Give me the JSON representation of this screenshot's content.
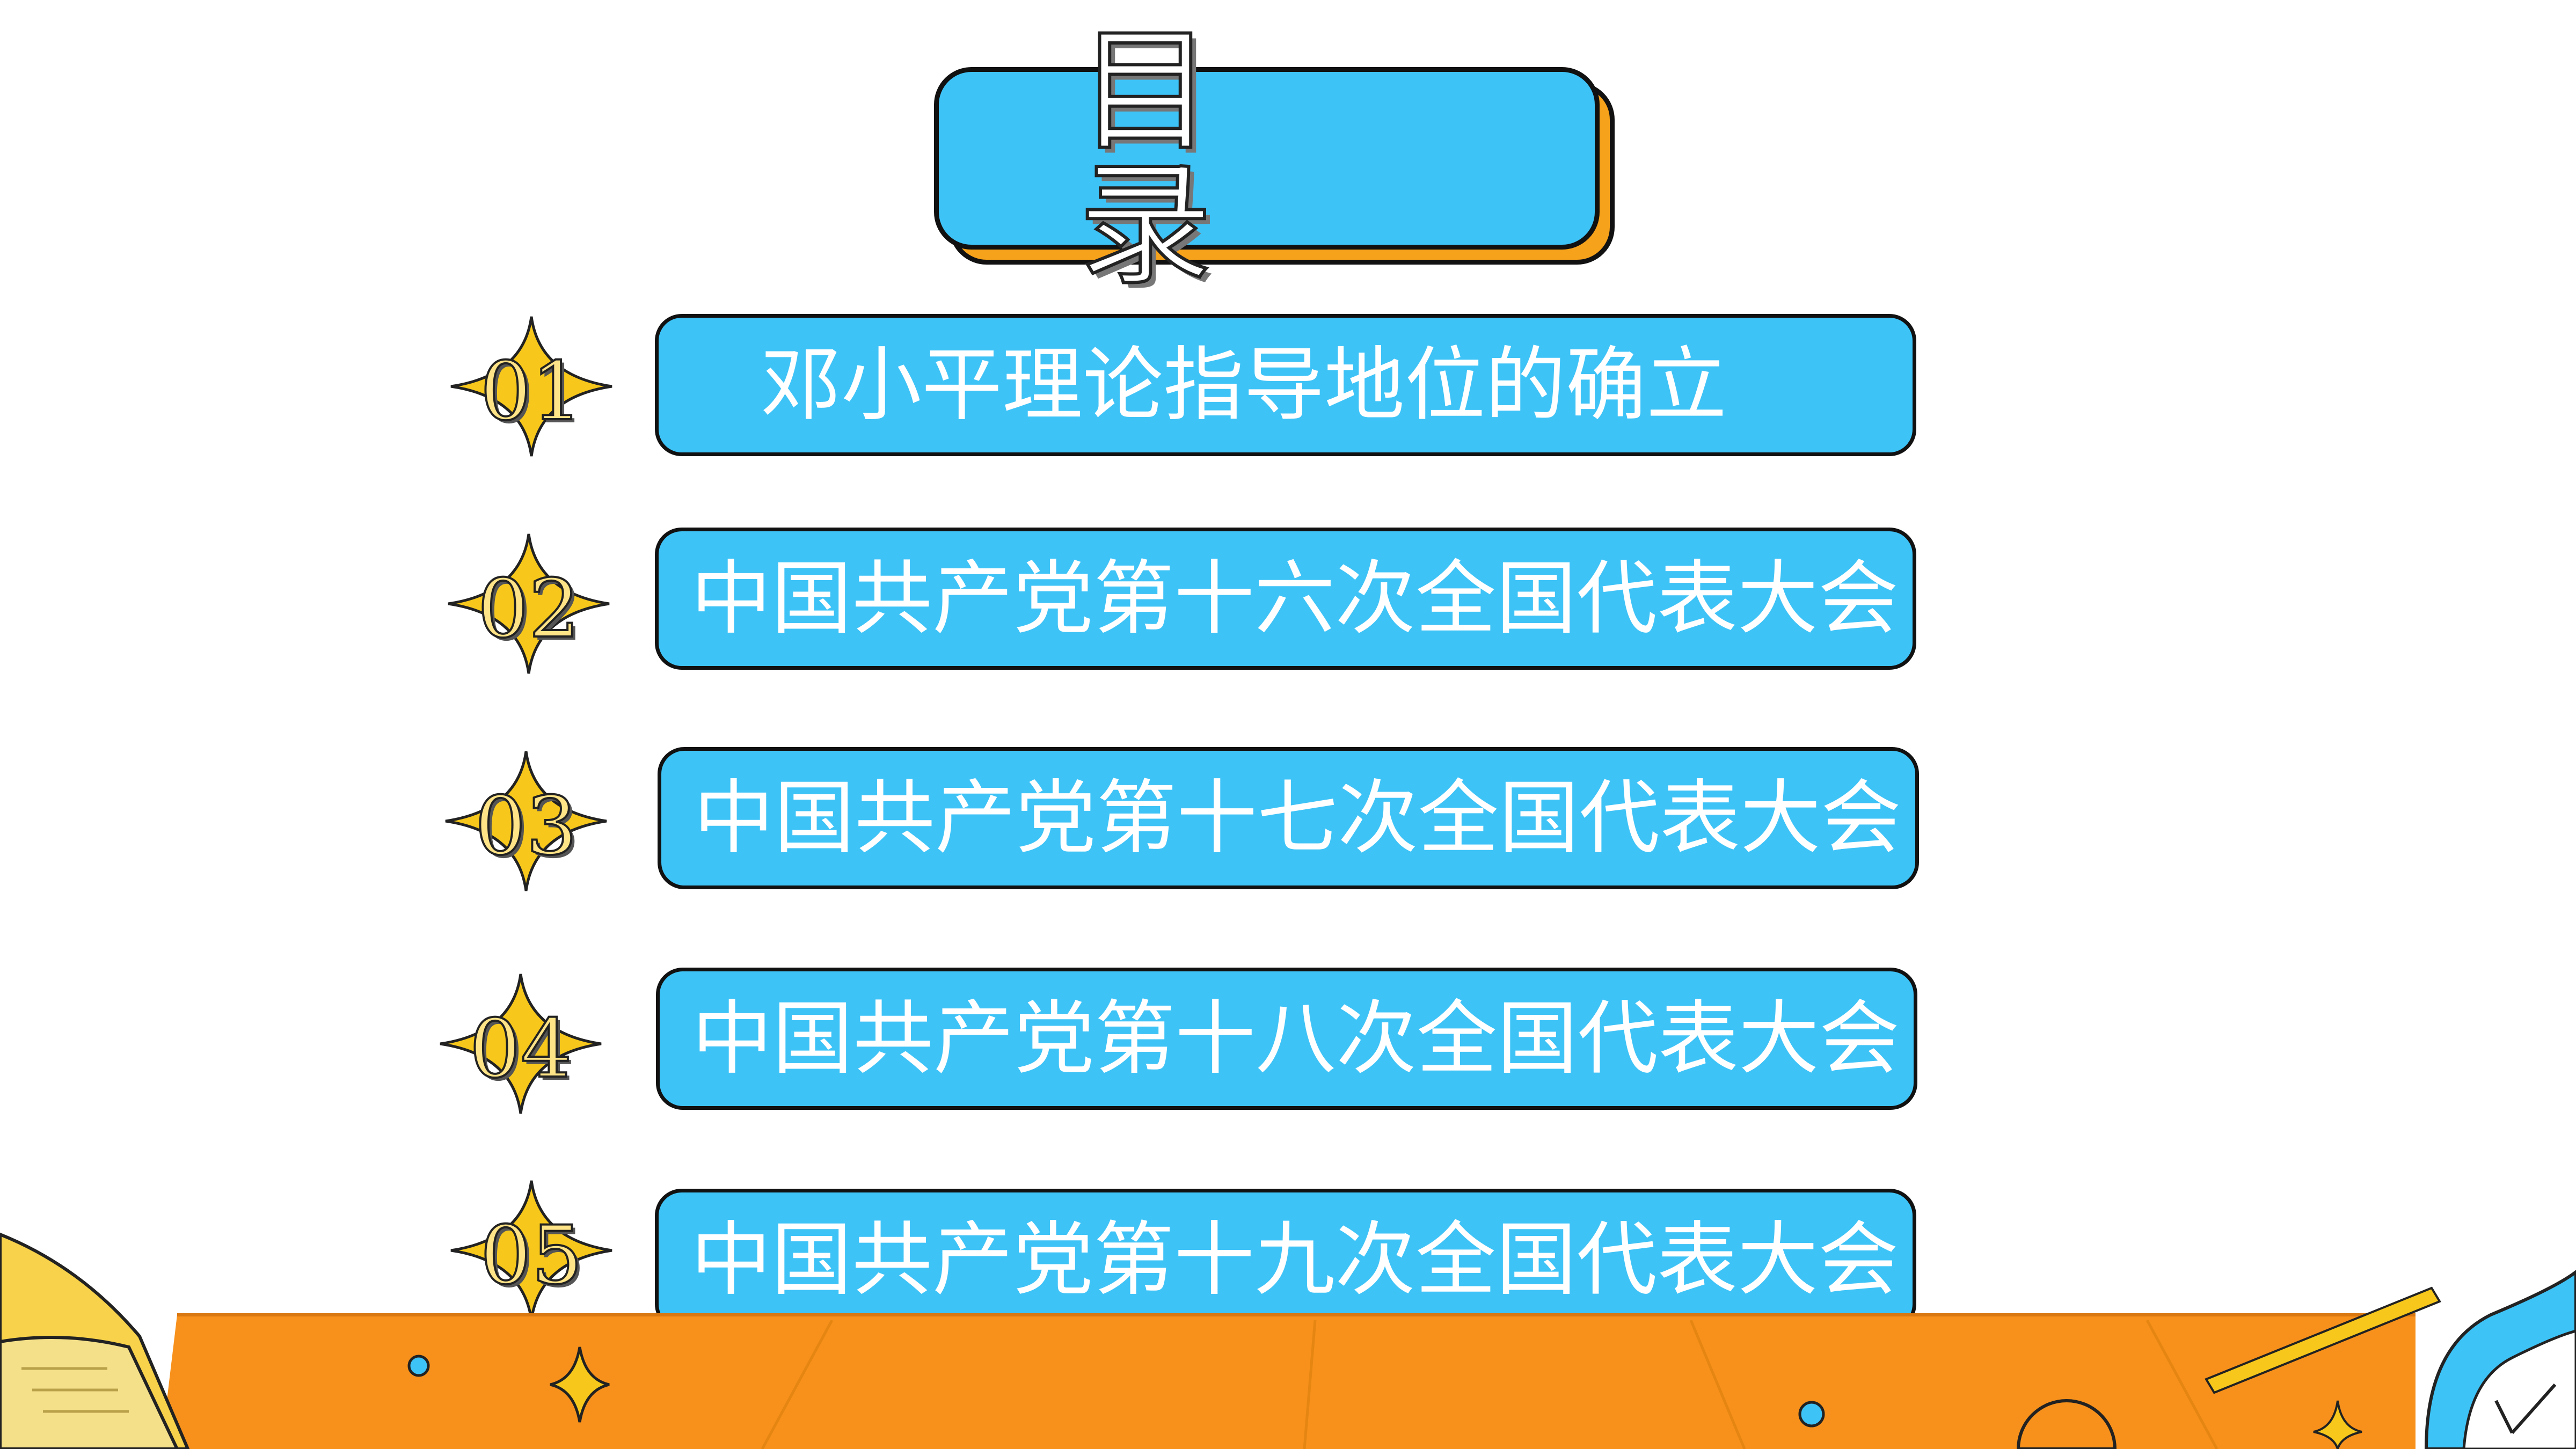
{
  "title": "目录",
  "items": [
    {
      "number": "01",
      "label": "邓小平理论指导地位的确立"
    },
    {
      "number": "02",
      "label": "中国共产党第十六次全国代表大会"
    },
    {
      "number": "03",
      "label": "中国共产党第十七次全国代表大会"
    },
    {
      "number": "04",
      "label": "中国共产党第十八次全国代表大会"
    },
    {
      "number": "05",
      "label": "中国共产党第十九次全国代表大会"
    }
  ],
  "colors": {
    "bar_fill": "#3ec3f7",
    "title_shadow": "#f7a21b",
    "star_fill": "#f7c81b",
    "floor": "#f7911b",
    "outline": "#111111"
  }
}
